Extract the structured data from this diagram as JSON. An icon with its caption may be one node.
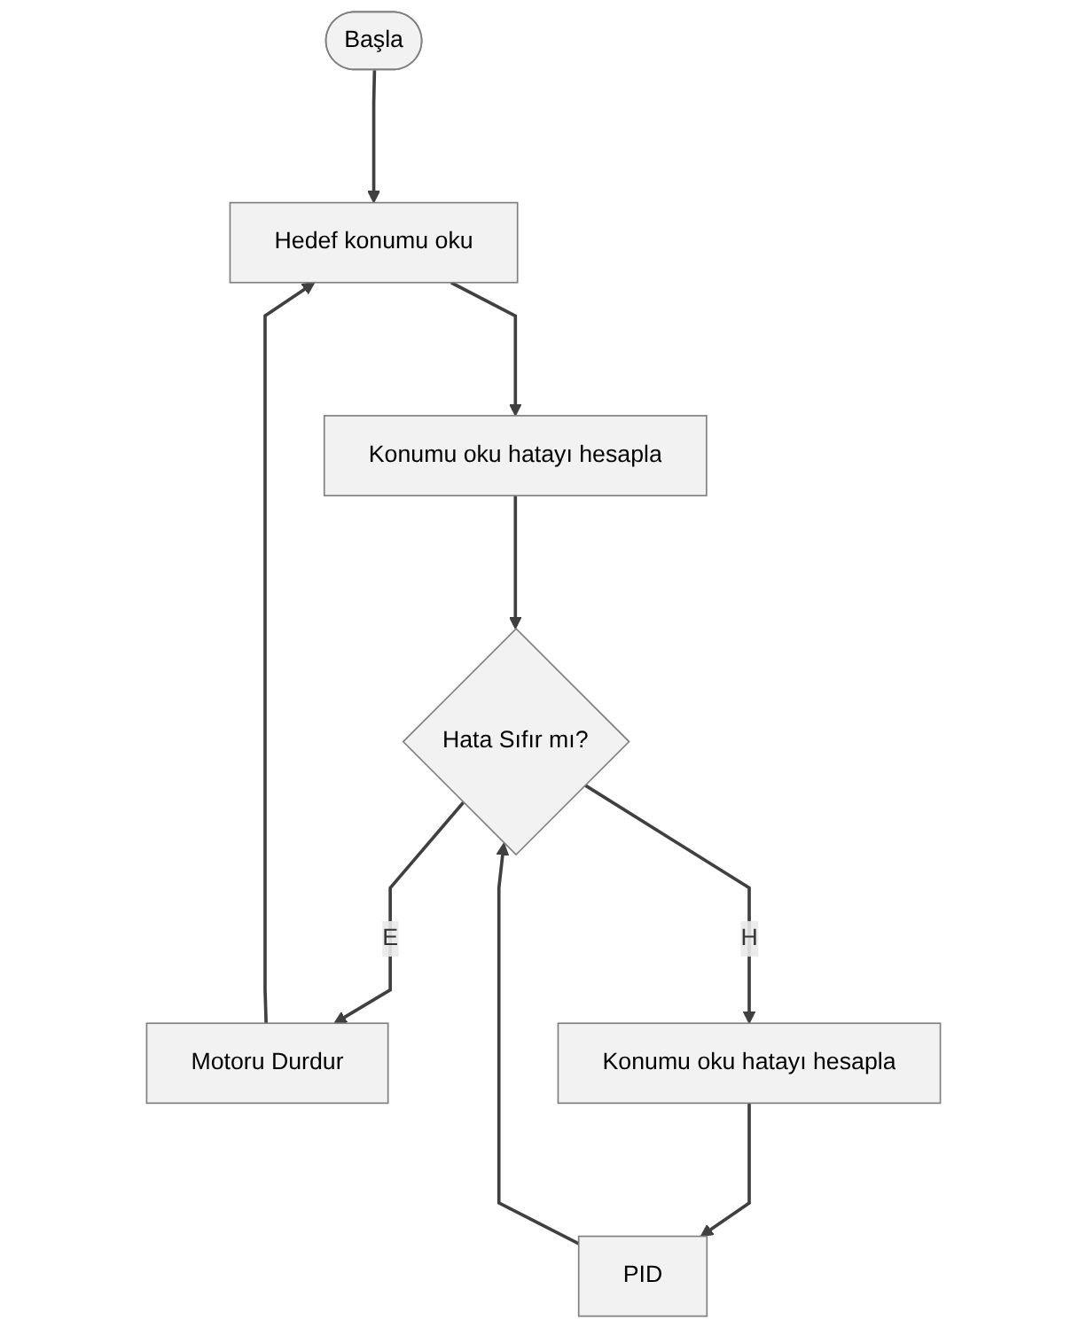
{
  "diagram": {
    "nodes": [
      {
        "text": [
          "Başla"
        ]
      },
      {
        "text": [
          "Hedef konumu oku"
        ]
      },
      {
        "text": [
          "Konumu oku hatayı hesapla"
        ]
      },
      {
        "text": [
          "Hata Sıfır mı?"
        ]
      },
      {
        "text": [
          "Motoru Durdur"
        ]
      },
      {
        "text": [
          "Konumu oku hatayı hesapla"
        ]
      },
      {
        "text": [
          "PID"
        ]
      }
    ],
    "edges": [
      {
        "from": 0,
        "to": 1,
        "arrow": "to"
      },
      {
        "from": 1,
        "to": 2,
        "arrow": "to"
      },
      {
        "from": 2,
        "to": 3,
        "arrow": "to"
      },
      {
        "from": 3,
        "to": 4,
        "arrow": "to",
        "label": "E"
      },
      {
        "from": 4,
        "to": 1,
        "arrow": "to"
      },
      {
        "from": 3,
        "to": 5,
        "arrow": "to",
        "label": "H"
      },
      {
        "from": 5,
        "to": 6,
        "arrow": "to"
      },
      {
        "from": 6,
        "to": 3,
        "arrow": "to"
      }
    ]
  }
}
